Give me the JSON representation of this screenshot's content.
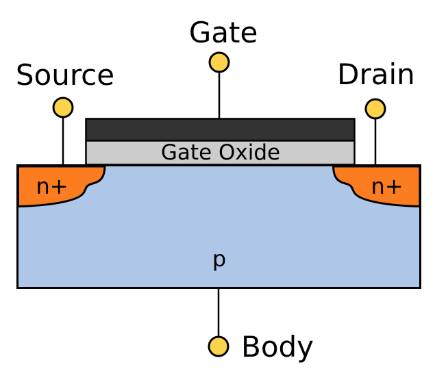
{
  "diagram": {
    "kind": "MOSFET cross-section",
    "terminals": {
      "gate": "Gate",
      "source": "Source",
      "drain": "Drain",
      "body": "Body"
    },
    "layers": {
      "gate_oxide": "Gate Oxide",
      "source_diffusion": "n+",
      "drain_diffusion": "n+",
      "substrate": "p"
    },
    "colors": {
      "substrate_blue": "#aec6e8",
      "diffusion_orange": "#fb7d20",
      "gate_dark": "#333333",
      "oxide_gray": "#cccccc",
      "terminal_yellow": "#fbd44c",
      "outline_black": "#000000"
    }
  }
}
